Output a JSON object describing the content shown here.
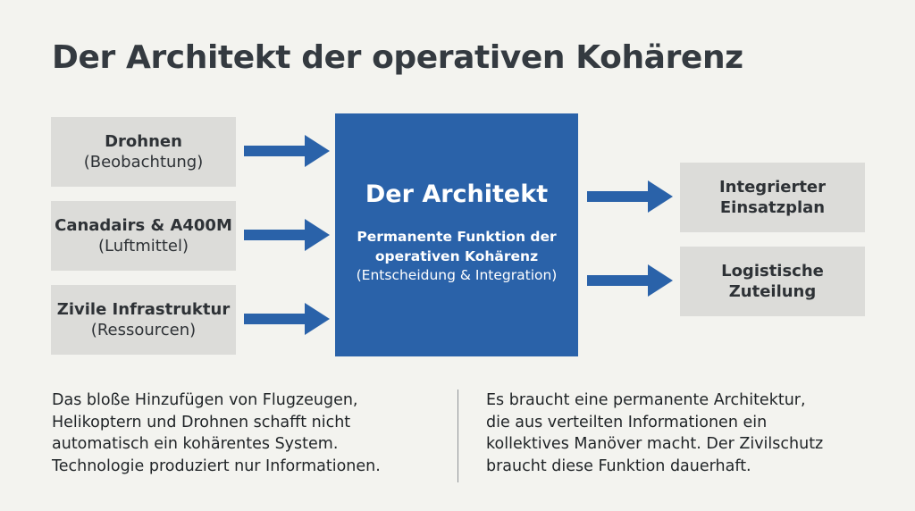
{
  "title": "Der Architekt der operativen Kohärenz",
  "inputs": [
    {
      "main": "Drohnen",
      "sub": "(Beobachtung)"
    },
    {
      "main": "Canadairs & A400M",
      "sub": "(Luftmittel)"
    },
    {
      "main": "Zivile Infrastruktur",
      "sub": "(Ressourcen)"
    }
  ],
  "center": {
    "title": "Der Architekt",
    "line1": "Permanente Funktion der",
    "line2": "operativen Kohärenz",
    "line3": "(Entscheidung & Integration)"
  },
  "outputs": [
    {
      "line1": "Integrierter",
      "line2": "Einsatzplan"
    },
    {
      "line1": "Logistische",
      "line2": "Zuteilung"
    }
  ],
  "bottom_left": [
    "Das bloße Hinzufügen von Flugzeugen,",
    "Helikoptern und Drohnen schafft nicht",
    "automatisch ein kohärentes System.",
    "Technologie produziert nur Informationen."
  ],
  "bottom_right": [
    "Es braucht eine permanente Architektur,",
    "die aus verteilten Informationen ein",
    "kollektives Manöver macht. Der Zivilschutz",
    "braucht diese Funktion dauerhaft."
  ],
  "colors": {
    "accent": "#2a62a9",
    "box": "#dcdcd9",
    "background": "#f3f3ef"
  }
}
